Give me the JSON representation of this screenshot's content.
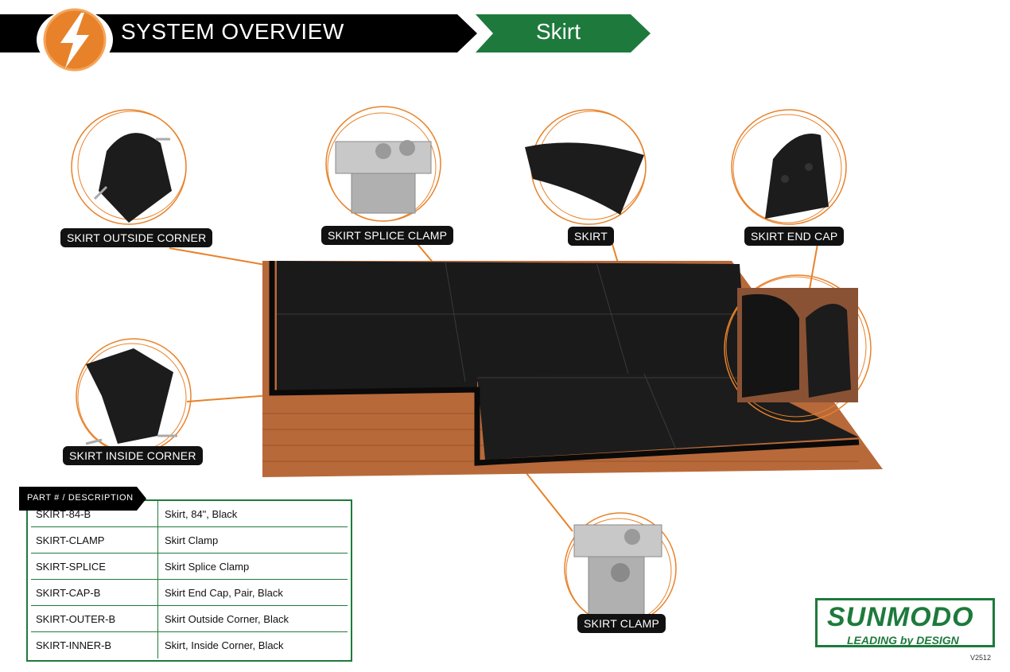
{
  "header": {
    "title": "SYSTEM OVERVIEW",
    "section": "Skirt"
  },
  "callouts": {
    "outside_corner": "SKIRT OUTSIDE CORNER",
    "splice_clamp": "SKIRT SPLICE CLAMP",
    "skirt": "SKIRT",
    "end_cap": "SKIRT END CAP",
    "inside_corner": "SKIRT INSIDE CORNER",
    "clamp": "SKIRT CLAMP"
  },
  "table": {
    "header": "PART # / DESCRIPTION",
    "rows": [
      {
        "part": "SKIRT-84-B",
        "desc": "Skirt, 84\", Black"
      },
      {
        "part": "SKIRT-CLAMP",
        "desc": "Skirt Clamp"
      },
      {
        "part": "SKIRT-SPLICE",
        "desc": "Skirt Splice Clamp"
      },
      {
        "part": "SKIRT-CAP-B",
        "desc": "Skirt End Cap, Pair, Black"
      },
      {
        "part": "SKIRT-OUTER-B",
        "desc": "Skirt Outside Corner, Black"
      },
      {
        "part": "SKIRT-INNER-B",
        "desc": "Skirt, Inside Corner, Black"
      }
    ]
  },
  "brand": {
    "name": "SUNMODO",
    "tagline": "LEADING by DESIGN",
    "version": "V2512"
  },
  "colors": {
    "brand_green": "#1e7a3c",
    "accent_orange": "#e8822a",
    "header_black": "#000000"
  }
}
